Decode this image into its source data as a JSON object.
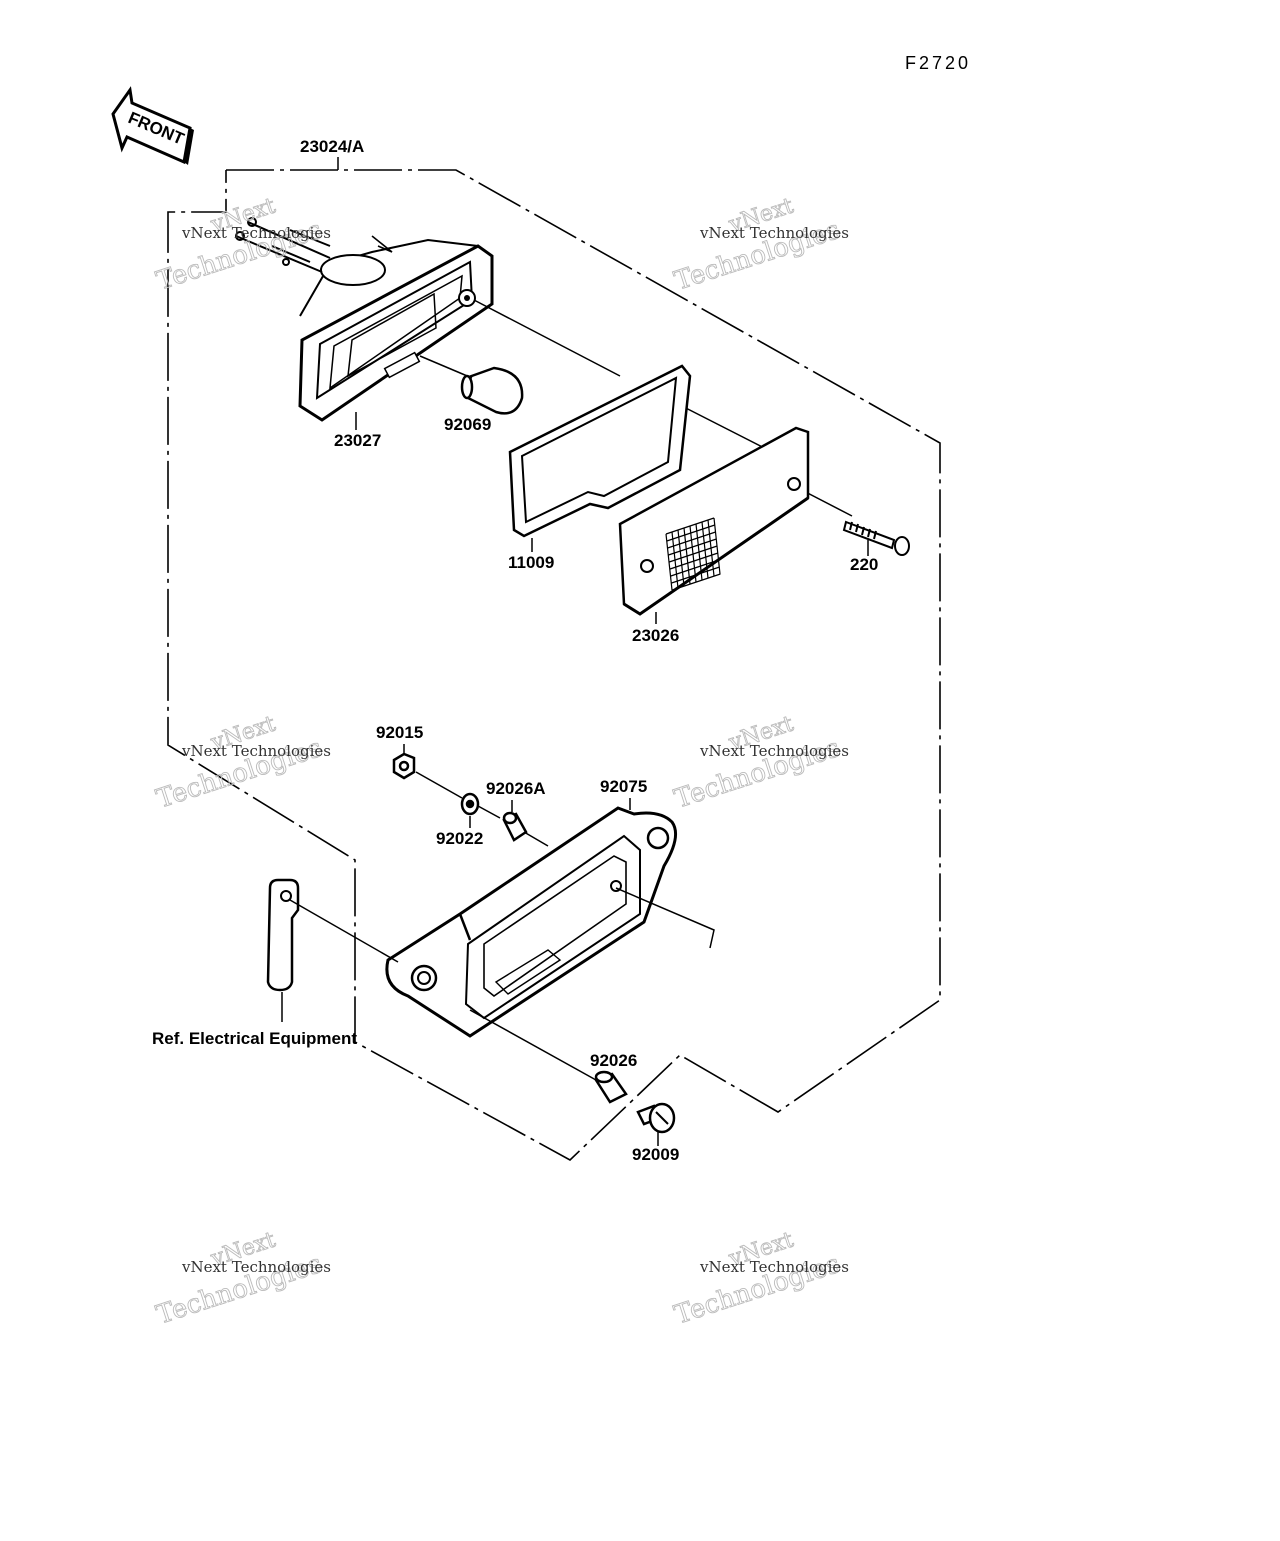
{
  "diagram_id": "F2720",
  "front_arrow_label": "FRONT",
  "parts": {
    "assembly": "23024/A",
    "housing": "23027",
    "bulb": "92069",
    "gasket": "11009",
    "lens": "23026",
    "lens_screw": "220",
    "nut": "92015",
    "collar_a": "92026A",
    "washer": "92022",
    "bracket": "92075",
    "collar": "92026",
    "bolt": "92009"
  },
  "reference_note": "Ref. Electrical Equipment",
  "watermark": {
    "line_small": "vNext Technologies",
    "line_top": "vNext",
    "line_bottom": "Technologies"
  },
  "colors": {
    "ink": "#000000",
    "watermark": "#bbbbbb"
  }
}
